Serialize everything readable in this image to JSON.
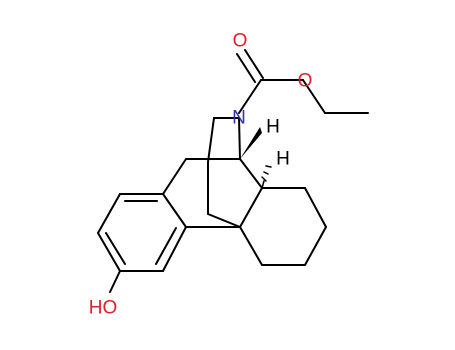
{
  "diagram": {
    "type": "chemical-structure",
    "colors": {
      "bond": "#000000",
      "oxygen": "#e0202a",
      "nitrogen": "#3232a8",
      "carbon_hydrogen": "#000000"
    },
    "atom_labels": {
      "carbonyl_oxygen": "O",
      "ester_oxygen": "O",
      "nitrogen": "N",
      "hydrogen_upper": "H",
      "hydrogen_lower": "H",
      "hydroxyl": "HO"
    }
  }
}
